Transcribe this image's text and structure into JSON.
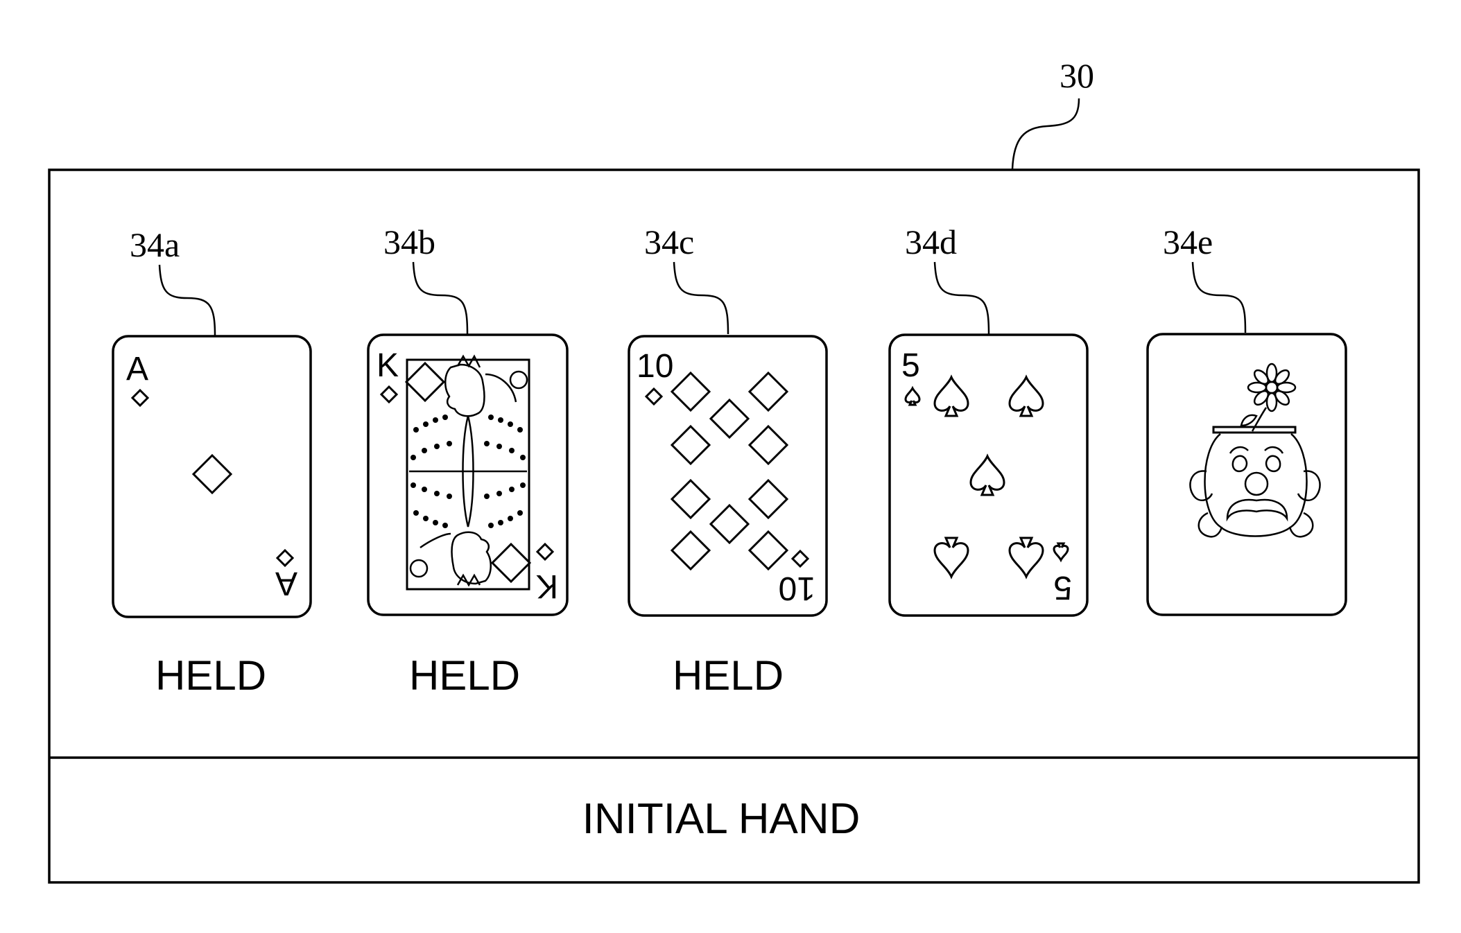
{
  "figure": {
    "ref_number": "30",
    "status_label": "INITIAL HAND"
  },
  "cards": [
    {
      "ref": "34a",
      "rank": "A",
      "suit": "diamond",
      "held": "HELD"
    },
    {
      "ref": "34b",
      "rank": "K",
      "suit": "diamond",
      "held": "HELD"
    },
    {
      "ref": "34c",
      "rank": "10",
      "suit": "diamond",
      "held": "HELD"
    },
    {
      "ref": "34d",
      "rank": "5",
      "suit": "spade",
      "held": ""
    },
    {
      "ref": "34e",
      "rank": "",
      "suit": "",
      "held": "",
      "image": "sad-clown-icon"
    }
  ]
}
